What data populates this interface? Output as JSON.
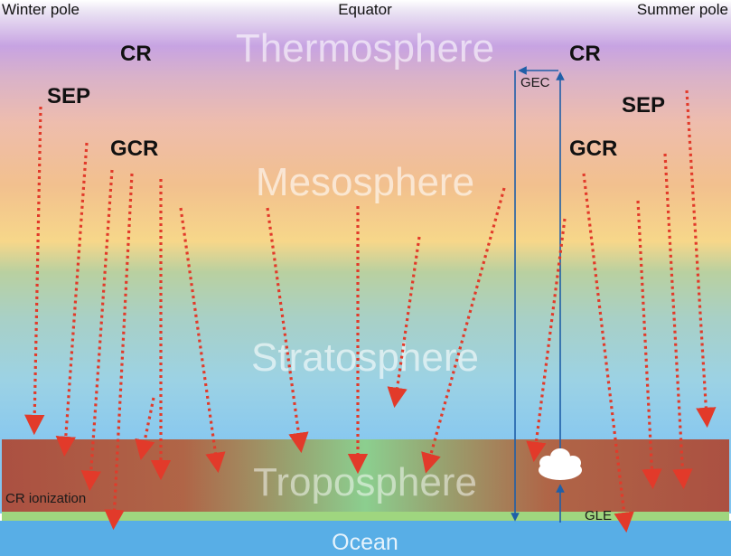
{
  "pole_labels": {
    "winter": "Winter pole",
    "equator": "Equator",
    "summer": "Summer pole"
  },
  "layers": {
    "thermosphere": "Thermosphere",
    "mesosphere": "Mesosphere",
    "stratosphere": "Stratosphere",
    "troposphere": "Troposphere",
    "ocean": "Ocean"
  },
  "particles": {
    "cr": "CR",
    "sep": "SEP",
    "gcr": "GCR"
  },
  "annotations": {
    "gec": "GEC",
    "gle": "GLE",
    "cr_ionization": "CR ionization"
  },
  "colors": {
    "arrow_red": "#e23a2a",
    "circuit_blue": "#1f5fa8",
    "troposphere_band": "#b0513c",
    "ocean": "#58aee6",
    "layer_label": "#ffffff"
  }
}
